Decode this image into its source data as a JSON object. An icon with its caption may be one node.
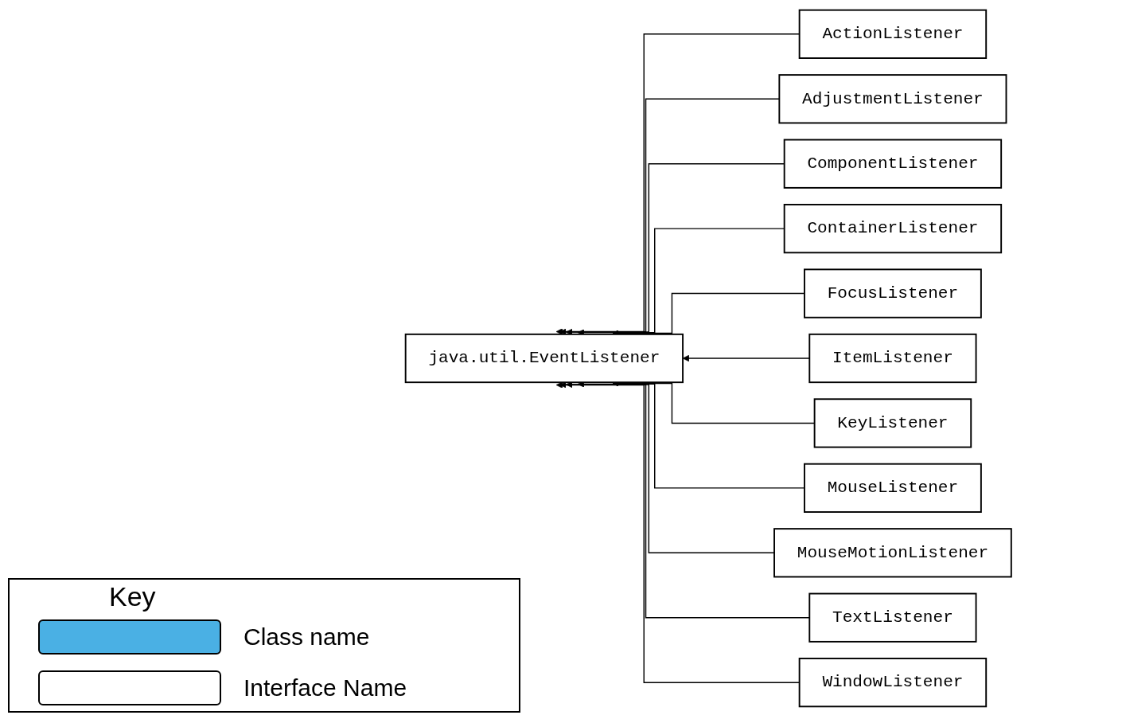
{
  "diagram": {
    "nodes": [
      {
        "text": [
          "java.util.EventListener"
        ]
      },
      {
        "text": [
          "ActionListener"
        ]
      },
      {
        "text": [
          "AdjustmentListener"
        ]
      },
      {
        "text": [
          "ComponentListener"
        ]
      },
      {
        "text": [
          "ContainerListener"
        ]
      },
      {
        "text": [
          "FocusListener"
        ]
      },
      {
        "text": [
          "ItemListener"
        ]
      },
      {
        "text": [
          "KeyListener"
        ]
      },
      {
        "text": [
          "MouseListener"
        ]
      },
      {
        "text": [
          "MouseMotionListener"
        ]
      },
      {
        "text": [
          "TextListener"
        ]
      },
      {
        "text": [
          "WindowListener"
        ]
      }
    ],
    "edges": [
      {
        "from": 1,
        "to": 0,
        "arrow": "to"
      },
      {
        "from": 2,
        "to": 0,
        "arrow": "to"
      },
      {
        "from": 3,
        "to": 0,
        "arrow": "to"
      },
      {
        "from": 4,
        "to": 0,
        "arrow": "to"
      },
      {
        "from": 5,
        "to": 0,
        "arrow": "to"
      },
      {
        "from": 6,
        "to": 0,
        "arrow": "to"
      },
      {
        "from": 7,
        "to": 0,
        "arrow": "to"
      },
      {
        "from": 8,
        "to": 0,
        "arrow": "to"
      },
      {
        "from": 9,
        "to": 0,
        "arrow": "to"
      },
      {
        "from": 10,
        "to": 0,
        "arrow": "to"
      },
      {
        "from": 11,
        "to": 0,
        "arrow": "to"
      }
    ],
    "labels": [
      "Key"
    ],
    "legend": [
      {
        "text": "Class name",
        "color": "#4ab0e4"
      },
      {
        "text": "Interface Name",
        "color": "#ffffff"
      }
    ]
  }
}
